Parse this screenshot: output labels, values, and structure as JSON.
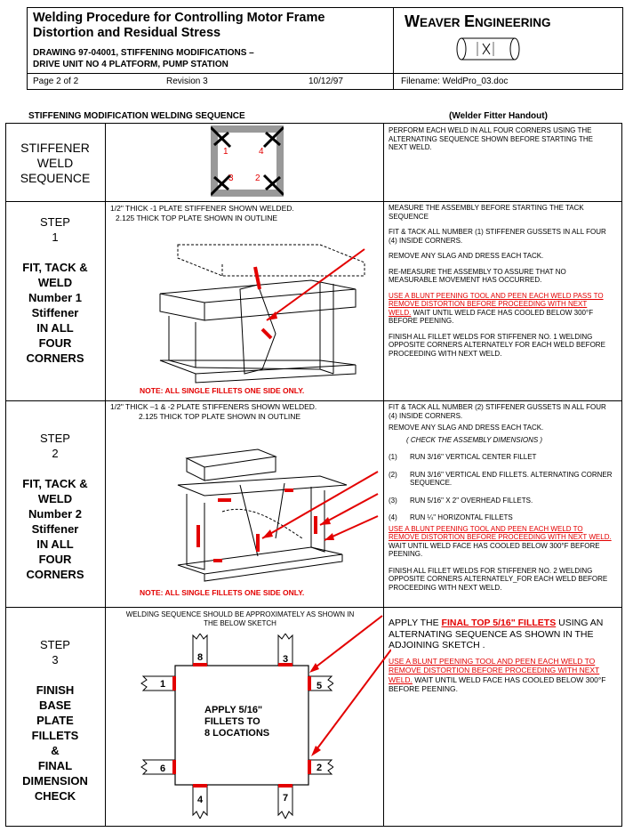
{
  "header": {
    "title_line1": "Welding Procedure for Controlling Motor Frame",
    "title_line2": "Distortion and Residual Stress",
    "drawing_line1": "DRAWING 97-04001, STIFFENING MODIFICATIONS –",
    "drawing_line2": "DRIVE UNIT NO 4 PLATFORM, PUMP STATION",
    "company_w": "W",
    "company_eaver": "EAVER",
    "company_e": "E",
    "company_ngineering": "NGINEERING",
    "page": "Page 2 of  2",
    "revision": "Revision 3",
    "date": "10/12/97",
    "filename": "Filename:  WeldPro_03.doc"
  },
  "section_title": "STIFFENING MODIFICATION WELDING SEQUENCE",
  "handout_title": "(Welder Fitter Handout)",
  "row0": {
    "label": [
      "STIFFENER",
      "WELD",
      "SEQUENCE"
    ],
    "corner_numbers": [
      "1",
      "4",
      "3",
      "2"
    ],
    "text": "PERFORM EACH WELD IN ALL FOUR CORNERS USING THE ALTERNATING SEQUENCE SHOWN BEFORE STARTING THE NEXT WELD."
  },
  "row1": {
    "step": "STEP",
    "num": "1",
    "label": [
      "FIT, TACK &",
      "WELD",
      "Number 1",
      "Stiffener",
      "IN ALL",
      "FOUR",
      "CORNERS"
    ],
    "cap1": "1/2\" THICK -1 PLATE STIFFENER SHOWN WELDED.",
    "cap2": "2.125 THICK TOP PLATE SHOWN IN OUTLINE",
    "note": "NOTE: ALL SINGLE FILLETS ONE SIDE ONLY.",
    "p1": "MEASURE THE ASSEMBLY BEFORE STARTING THE TACK SEQUENCE",
    "p2": "FIT & TACK ALL NUMBER (1) STIFFENER GUSSETS IN ALL FOUR (4) INSIDE CORNERS.",
    "p3": "REMOVE ANY SLAG AND DRESS EACH TACK.",
    "p4": "RE-MEASURE THE ASSEMBLY TO ASSURE THAT NO MEASURABLE MOVEMENT HAS OCCURRED.",
    "p5_red": "USE A BLUNT PEENING TOOL AND PEEN EACH WELD PASS TO REMOVE DISTORTION BEFORE PROCEEDING WITH NEXT WELD.",
    "p5_black": "WAIT UNTIL WELD FACE HAS COOLED BELOW 300°F BEFORE PEENING.",
    "p6": "FINISH ALL FILLET WELDS FOR STIFFENER NO. 1 WELDING OPPOSITE CORNERS ALTERNATELY FOR EACH WELD BEFORE PROCEEDING WITH NEXT WELD."
  },
  "row2": {
    "step": "STEP",
    "num": "2",
    "label": [
      "FIT, TACK &",
      "WELD",
      "Number 2",
      "Stiffener",
      "IN ALL",
      "FOUR",
      "CORNERS"
    ],
    "cap1": "1/2\" THICK –1 & -2 PLATE STIFFENERS SHOWN WELDED.",
    "cap2": "2.125 THICK TOP PLATE SHOWN IN OUTLINE",
    "note": "NOTE: ALL SINGLE FILLETS ONE SIDE ONLY.",
    "p1": "FIT & TACK ALL NUMBER (2) STIFFENER GUSSETS IN ALL FOUR (4) INSIDE CORNERS.",
    "p2": "REMOVE ANY SLAG AND DRESS EACH TACK.",
    "p3": "( CHECK THE ASSEMBLY DIMENSIONS )",
    "items": [
      {
        "n": "(1)",
        "t": "RUN 3/16\" VERTICAL CENTER FILLET"
      },
      {
        "n": "(2)",
        "t": "RUN 3/16\" VERTICAL END FILLETS. ALTERNATING CORNER SEQUENCE."
      },
      {
        "n": "(3)",
        "t": "RUN 5/16\" X 2\" OVERHEAD FILLETS."
      },
      {
        "n": "(4)",
        "t": "RUN ¼\" HORIZONTAL FILLETS"
      }
    ],
    "p5_red": "USE A BLUNT PEENING TOOL AND PEEN EACH WELD TO REMOVE DISTORTION BEFORE PROCEEDING WITH NEXT WELD.",
    "p5_black": "WAIT UNTIL WELD FACE HAS COOLED BELOW 300°F BEFORE PEENING.",
    "p6": "FINISH ALL FILLET WELDS FOR STIFFENER NO. 2 WELDING OPPOSITE CORNERS ALTERNATELY_FOR EACH WELD BEFORE PROCEEDING WITH NEXT WELD."
  },
  "row3": {
    "step": "STEP",
    "num": "3",
    "label": [
      "FINISH",
      "BASE",
      "PLATE",
      "FILLETS",
      "&",
      "FINAL",
      "DIMENSION",
      "CHECK"
    ],
    "cap": "WELDING SEQUENCE SHOULD BE APPROXIMATELY AS SHOWN IN THE BELOW SKETCH",
    "center1": "APPLY  5/16\"",
    "center2": "FILLETS TO",
    "center3": "8 LOCATIONS",
    "weld_numbers": [
      "8",
      "3",
      "1",
      "5",
      "6",
      "2",
      "4",
      "7"
    ],
    "p1_pre": "APPLY THE ",
    "p1_red": "FINAL TOP 5/16\" FILLETS",
    "p1_post": " USING AN ALTERNATING SEQUENCE AS SHOWN IN THE ADJOINING SKETCH .",
    "p2_red": "USE A BLUNT PEENING TOOL AND PEEN EACH WELD TO REMOVE DISTORTION BEFORE PROCEEDING WITH NEXT WELD.",
    "p2_black": "WAIT UNTIL WELD FACE HAS COOLED BELOW 300°F BEFORE PEENING."
  }
}
